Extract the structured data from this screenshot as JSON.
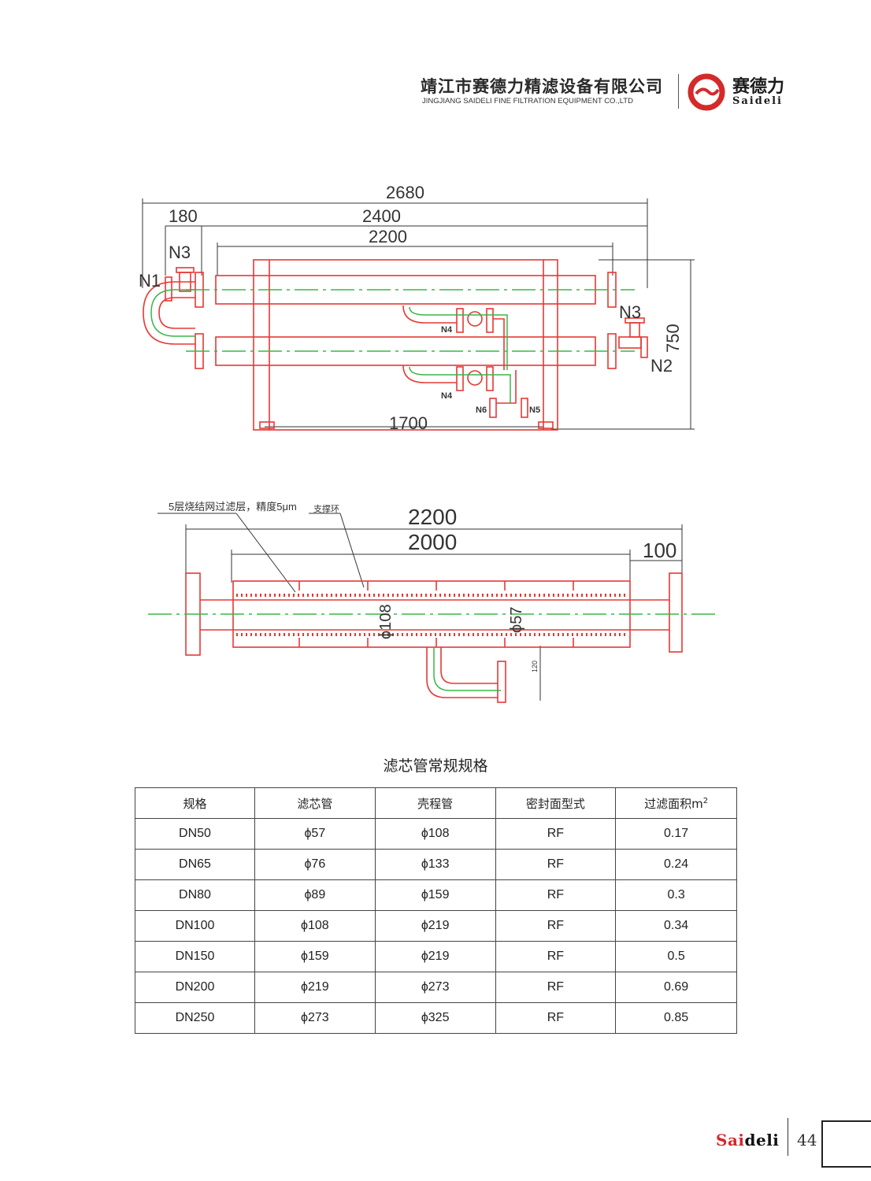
{
  "header": {
    "company_cn": "靖江市赛德力精滤设备有限公司",
    "company_en": "JINGJIANG SAIDELI FINE FILTRATION EQUIPMENT CO.,LTD",
    "logo_cn": "赛德力",
    "logo_en": "Saideli",
    "logo_color": "#d42a2a"
  },
  "drawing_top": {
    "dim_2680": "2680",
    "dim_2400": "2400",
    "dim_180": "180",
    "dim_2200": "2200",
    "dim_750": "750",
    "dim_1700": "1700",
    "n1": "N1",
    "n3_left": "N3",
    "n3_right": "N3",
    "n2": "N2",
    "n4_upper": "N4",
    "n4_lower": "N4",
    "n5": "N5",
    "n6": "N6"
  },
  "drawing_bottom": {
    "note_layer": "5层烧结网过滤层，精度5μm",
    "note_ring": "支撑环",
    "dim_2200": "2200",
    "dim_2000": "2000",
    "dim_100": "100",
    "dia_108": "ϕ108",
    "dia_57": "ϕ57",
    "dim_120": "120"
  },
  "colors": {
    "outline": "#e53935",
    "centerline": "#3bb54a",
    "dimension": "#333333"
  },
  "table": {
    "title": "滤芯管常规规格",
    "headers": [
      "规格",
      "滤芯管",
      "壳程管",
      "密封面型式",
      "过滤面积m"
    ],
    "area_unit_sup": "2",
    "rows": [
      [
        "DN50",
        "ϕ57",
        "ϕ108",
        "RF",
        "0.17"
      ],
      [
        "DN65",
        "ϕ76",
        "ϕ133",
        "RF",
        "0.24"
      ],
      [
        "DN80",
        "ϕ89",
        "ϕ159",
        "RF",
        "0.3"
      ],
      [
        "DN100",
        "ϕ108",
        "ϕ219",
        "RF",
        "0.34"
      ],
      [
        "DN150",
        "ϕ159",
        "ϕ219",
        "RF",
        "0.5"
      ],
      [
        "DN200",
        "ϕ219",
        "ϕ273",
        "RF",
        "0.69"
      ],
      [
        "DN250",
        "ϕ273",
        "ϕ325",
        "RF",
        "0.85"
      ]
    ]
  },
  "footer": {
    "brand_red": "Sai",
    "brand_black": "deli",
    "page_number": "44"
  }
}
